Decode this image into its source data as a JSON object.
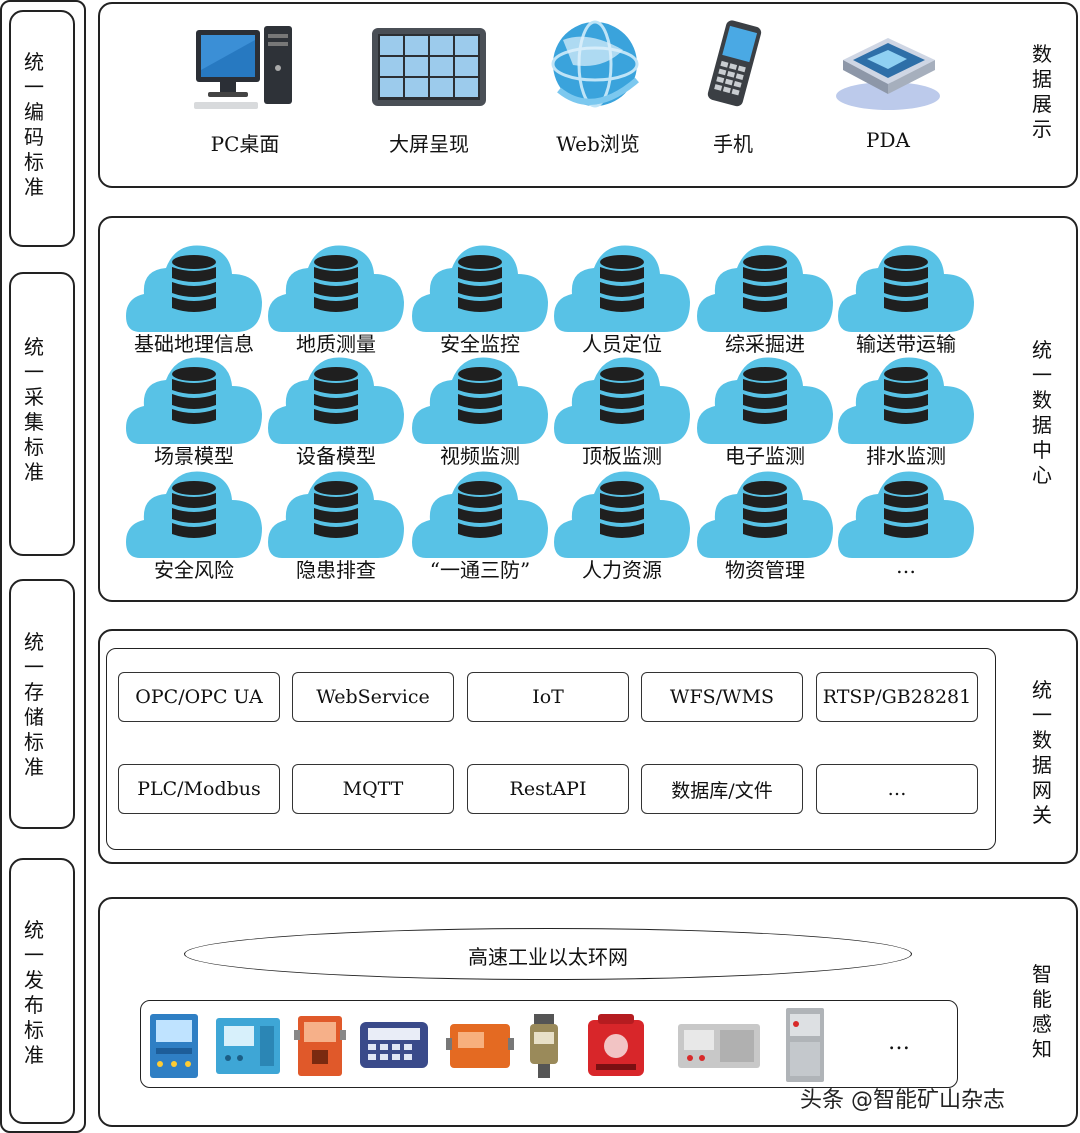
{
  "standards": [
    {
      "label": "统一编码标准"
    },
    {
      "label": "统一采集标准"
    },
    {
      "label": "统一存储标准"
    },
    {
      "label": "统一发布标准"
    }
  ],
  "layers": {
    "display": {
      "side_label": "数据展示",
      "devices": [
        {
          "label": "PC桌面",
          "icon": "pc-desktop-icon"
        },
        {
          "label": "大屏呈现",
          "icon": "large-screen-icon"
        },
        {
          "label": "Web浏览",
          "icon": "web-globe-icon"
        },
        {
          "label": "手机",
          "icon": "mobile-phone-icon"
        },
        {
          "label": "PDA",
          "icon": "pda-icon"
        }
      ]
    },
    "data_center": {
      "side_label": "统一数据中心",
      "databases": [
        {
          "label": "基础地理信息"
        },
        {
          "label": "地质测量"
        },
        {
          "label": "安全监控"
        },
        {
          "label": "人员定位"
        },
        {
          "label": "综采掘进"
        },
        {
          "label": "输送带运输"
        },
        {
          "label": "场景模型"
        },
        {
          "label": "设备模型"
        },
        {
          "label": "视频监测"
        },
        {
          "label": "顶板监测"
        },
        {
          "label": "电子监测"
        },
        {
          "label": "排水监测"
        },
        {
          "label": "安全风险"
        },
        {
          "label": "隐患排查"
        },
        {
          "label": "“一通三防”"
        },
        {
          "label": "人力资源"
        },
        {
          "label": "物资管理"
        },
        {
          "label": "…"
        }
      ]
    },
    "gateway": {
      "side_label": "统一数据网关",
      "protocols": [
        {
          "label": "OPC/OPC UA"
        },
        {
          "label": "WebService"
        },
        {
          "label": "IoT"
        },
        {
          "label": "WFS/WMS"
        },
        {
          "label": "RTSP/GB28281"
        },
        {
          "label": "PLC/Modbus"
        },
        {
          "label": "MQTT"
        },
        {
          "label": "RestAPI"
        },
        {
          "label": "数据库/文件"
        },
        {
          "label": "…"
        }
      ]
    },
    "perception": {
      "side_label": "智能感知",
      "network_label": "高速工业以太环网",
      "more_label": "…",
      "sensors": [
        {
          "icon": "monitoring-substation-icon",
          "color": "#2f7fc4"
        },
        {
          "icon": "power-box-icon",
          "color": "#3ea6d6"
        },
        {
          "icon": "explosion-proof-switch-icon",
          "color": "#e0592a"
        },
        {
          "icon": "control-panel-icon",
          "color": "#3a4a8a"
        },
        {
          "icon": "orange-box-icon",
          "color": "#e46a22"
        },
        {
          "icon": "gas-sensor-icon",
          "color": "#9a8a5a"
        },
        {
          "icon": "red-starter-icon",
          "color": "#d8262a"
        },
        {
          "icon": "switchgear-icon",
          "color": "#c8c8c8"
        },
        {
          "icon": "cabinet-icon",
          "color": "#b0b4b8"
        }
      ]
    }
  },
  "watermark": "头条 @智能矿山杂志"
}
